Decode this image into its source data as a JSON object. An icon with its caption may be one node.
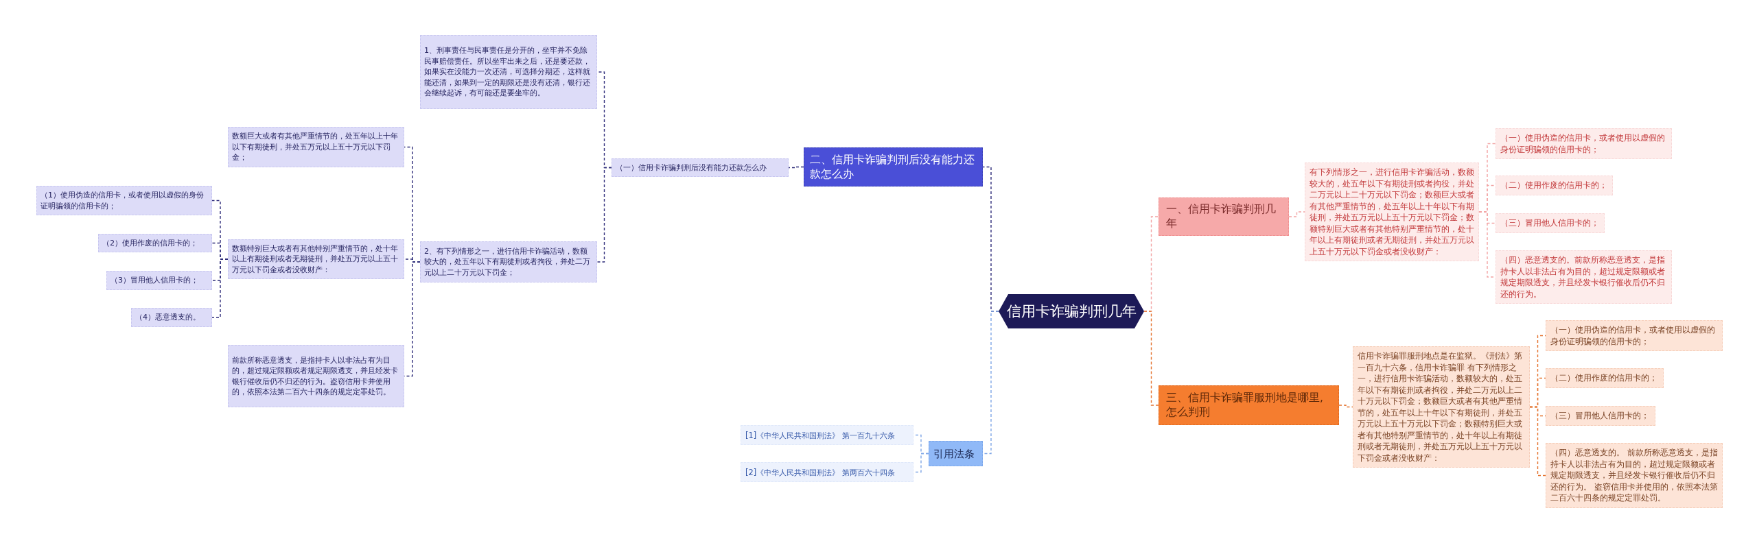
{
  "diagram": {
    "nodes": [
      {
        "text": [
          "信用卡诈骗判刑几年"
        ]
      },
      {
        "text": [
          "一、信用卡诈骗判刑几年"
        ]
      },
      {
        "text": [
          "有下列情形之一，进行信用卡诈骗活动，数额较大的，处五年以下有期徒刑或者拘役，并处二万元以上二十万元以下罚金；数额巨大或者有其他严重情节的，处五年以上十年以下有期徒刑，并处五万元以上五十万元以下罚金；数额特别巨大或者有其他特别严重情节的，处十年以上有期徒刑或者无期徒刑，并处五万元以上五十万元以下罚金或者没收财产："
        ]
      },
      {
        "text": [
          "（一）使用伪造的信用卡，或者使用以虚假的身份证明骗领的信用卡的；"
        ]
      },
      {
        "text": [
          "（二）使用作废的信用卡的；"
        ]
      },
      {
        "text": [
          "（三）冒用他人信用卡的；"
        ]
      },
      {
        "text": [
          "（四）恶意透支的。前款所称恶意透支，是指持卡人以非法占有为目的，超过规定限额或者规定期限透支，并且经发卡银行催收后仍不归还的行为。"
        ]
      },
      {
        "text": [
          "三、信用卡诈骗罪服刑地是哪里,怎么判刑"
        ]
      },
      {
        "text": [
          "信用卡诈骗罪服刑地点是在监狱。《刑法》第一百九十六条，信用卡诈骗罪 有下列情形之一，进行信用卡诈骗活动，数额较大的，处五年以下有期徒刑或者拘役，并处二万元以上二十万元以下罚金；数额巨大或者有其他严重情节的，处五年以上十年以下有期徒刑，并处五万元以上五十万元以下罚金；数额特别巨大或者有其他特别严重情节的，处十年以上有期徒刑或者无期徒刑，并处五万元以上五十万元以下罚金或者没收财产："
        ]
      },
      {
        "text": [
          "（一）使用伪造的信用卡，或者使用以虚假的身份证明骗领的信用卡的；"
        ]
      },
      {
        "text": [
          "（二）使用作废的信用卡的；"
        ]
      },
      {
        "text": [
          "（三）冒用他人信用卡的；"
        ]
      },
      {
        "text": [
          "（四）恶意透支的。 前款所称恶意透支，是指持卡人以非法占有为目的，超过规定限额或者规定期限透支，并且经发卡银行催收后仍不归还的行为。 盗窃信用卡并使用的，依照本法第二百六十四条的规定定罪处罚。"
        ]
      },
      {
        "text": [
          "二、信用卡诈骗判刑后没有能力还款怎么办"
        ]
      },
      {
        "text": [
          "（一）信用卡诈骗判刑后没有能力还款怎么办"
        ]
      },
      {
        "text": [
          "1、刑事责任与民事责任是分开的，坐牢并不免除民事赔偿责任。所以坐牢出来之后，还是要还款，如果实在没能力一次还清，可选择分期还，这样就能还清，如果到一定的期限还是没有还清，银行还会继续起诉，有可能还是要坐牢的。"
        ]
      },
      {
        "text": [
          "2、有下列情形之一，进行信用卡诈骗活动，数额较大的，处五年以下有期徒刑或者拘役，并处二万元以上二十万元以下罚金；"
        ]
      },
      {
        "text": [
          "数额巨大或者有其他严重情节的，处五年以上十年以下有期徒刑，并处五万元以上五十万元以下罚金；"
        ]
      },
      {
        "text": [
          "数额特别巨大或者有其他特别严重情节的，处十年以上有期徒刑或者无期徒刑，并处五万元以上五十万元以下罚金或者没收财产："
        ]
      },
      {
        "text": [
          "前款所称恶意透支，是指持卡人以非法占有为目的，超过规定限额或者规定期限透支，并且经发卡银行催收后仍不归还的行为。盗窃信用卡并使用的，依照本法第二百六十四条的规定定罪处罚。"
        ]
      },
      {
        "text": [
          "（1）使用伪造的信用卡，或者使用以虚假的身份证明骗领的信用卡的；"
        ]
      },
      {
        "text": [
          "（2）使用作废的信用卡的；"
        ]
      },
      {
        "text": [
          "（3）冒用他人信用卡的；"
        ]
      },
      {
        "text": [
          "（4）恶意透支的。"
        ]
      },
      {
        "text": [
          "引用法条"
        ]
      },
      {
        "text": [
          "[1]《中华人民共和国刑法》 第一百九十六条"
        ]
      },
      {
        "text": [
          "[2]《中华人民共和国刑法》 第两百六十四条"
        ]
      }
    ],
    "edges": [
      {
        "from": 0,
        "to": 1,
        "arrow": "none",
        "style": "dashed",
        "color": "#f2a3a3"
      },
      {
        "from": 1,
        "to": 2,
        "arrow": "none",
        "style": "dashed",
        "color": "#f2a3a3"
      },
      {
        "from": 2,
        "to": 3,
        "arrow": "none",
        "style": "dashed",
        "color": "#f2a3a3"
      },
      {
        "from": 2,
        "to": 4,
        "arrow": "none",
        "style": "dashed",
        "color": "#f2a3a3"
      },
      {
        "from": 2,
        "to": 5,
        "arrow": "none",
        "style": "dashed",
        "color": "#f2a3a3"
      },
      {
        "from": 2,
        "to": 6,
        "arrow": "none",
        "style": "dashed",
        "color": "#f2a3a3"
      },
      {
        "from": 0,
        "to": 7,
        "arrow": "none",
        "style": "dashed",
        "color": "#e4732f"
      },
      {
        "from": 7,
        "to": 8,
        "arrow": "none",
        "style": "dashed",
        "color": "#e4732f"
      },
      {
        "from": 8,
        "to": 9,
        "arrow": "none",
        "style": "dashed",
        "color": "#e4732f"
      },
      {
        "from": 8,
        "to": 10,
        "arrow": "none",
        "style": "dashed",
        "color": "#e4732f"
      },
      {
        "from": 8,
        "to": 11,
        "arrow": "none",
        "style": "dashed",
        "color": "#e4732f"
      },
      {
        "from": 8,
        "to": 12,
        "arrow": "none",
        "style": "dashed",
        "color": "#e4732f"
      },
      {
        "from": 0,
        "to": 13,
        "arrow": "none",
        "style": "dashed"
      },
      {
        "from": 13,
        "to": 14,
        "arrow": "none",
        "style": "dashed"
      },
      {
        "from": 14,
        "to": 15,
        "arrow": "none",
        "style": "dashed"
      },
      {
        "from": 14,
        "to": 16,
        "arrow": "none",
        "style": "dashed"
      },
      {
        "from": 16,
        "to": 17,
        "arrow": "none",
        "style": "dashed"
      },
      {
        "from": 16,
        "to": 18,
        "arrow": "none",
        "style": "dashed"
      },
      {
        "from": 16,
        "to": 19,
        "arrow": "none",
        "style": "dashed"
      },
      {
        "from": 18,
        "to": 20,
        "arrow": "none",
        "style": "dashed"
      },
      {
        "from": 18,
        "to": 21,
        "arrow": "none",
        "style": "dashed"
      },
      {
        "from": 18,
        "to": 22,
        "arrow": "none",
        "style": "dashed"
      },
      {
        "from": 18,
        "to": 23,
        "arrow": "none",
        "style": "dashed"
      },
      {
        "from": 0,
        "to": 24,
        "arrow": "none",
        "style": "dashed",
        "color": "#7fa6e6"
      },
      {
        "from": 24,
        "to": 25,
        "arrow": "none",
        "style": "dashed",
        "color": "#7fa6e6"
      },
      {
        "from": 24,
        "to": 26,
        "arrow": "none",
        "style": "dashed",
        "color": "#7fa6e6"
      }
    ]
  }
}
